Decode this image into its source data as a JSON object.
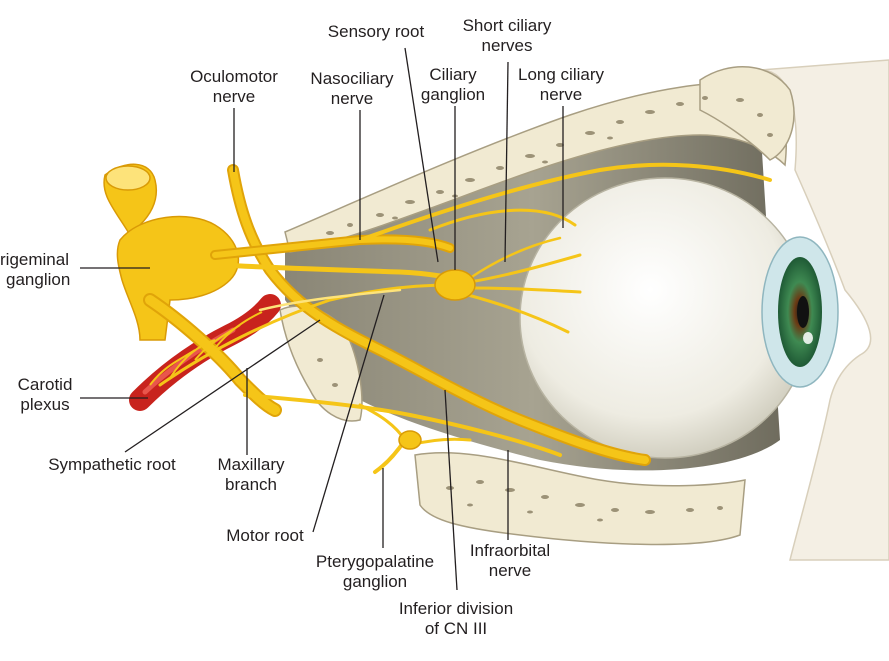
{
  "labels": {
    "sensory_root": "Sensory root",
    "short_ciliary_1": "Short ciliary",
    "short_ciliary_2": "nerves",
    "oculomotor_1": "Oculomotor",
    "oculomotor_2": "nerve",
    "nasociliary_1": "Nasociliary",
    "nasociliary_2": "nerve",
    "ciliary_ganglion_1": "Ciliary",
    "ciliary_ganglion_2": "ganglion",
    "long_ciliary_1": "Long ciliary",
    "long_ciliary_2": "nerve",
    "trigeminal_1": "rigeminal",
    "trigeminal_2": "ganglion",
    "carotid_1": "Carotid",
    "carotid_2": "plexus",
    "sympathetic_root": "Sympathetic root",
    "maxillary_1": "Maxillary",
    "maxillary_2": "branch",
    "motor_root": "Motor root",
    "pterygopalatine_1": "Pterygopalatine",
    "pterygopalatine_2": "ganglion",
    "infraorbital_1": "Infraorbital",
    "infraorbital_2": "nerve",
    "inferior_division_1": "Inferior division",
    "inferior_division_2": "of CN III"
  },
  "colors": {
    "nerve": "#f5c518",
    "nerve_dark": "#d99a06",
    "nerve_light": "#fde37a",
    "bone": "#f1ead2",
    "bone_dots": "#9c9277",
    "orbit_shadow": "#7d7b6c",
    "orbit_mid": "#a8a593",
    "artery": "#c8231d",
    "iris": "#2e7a4a",
    "skin": "#f4efe4",
    "eyeball": "#f7f6f0"
  }
}
